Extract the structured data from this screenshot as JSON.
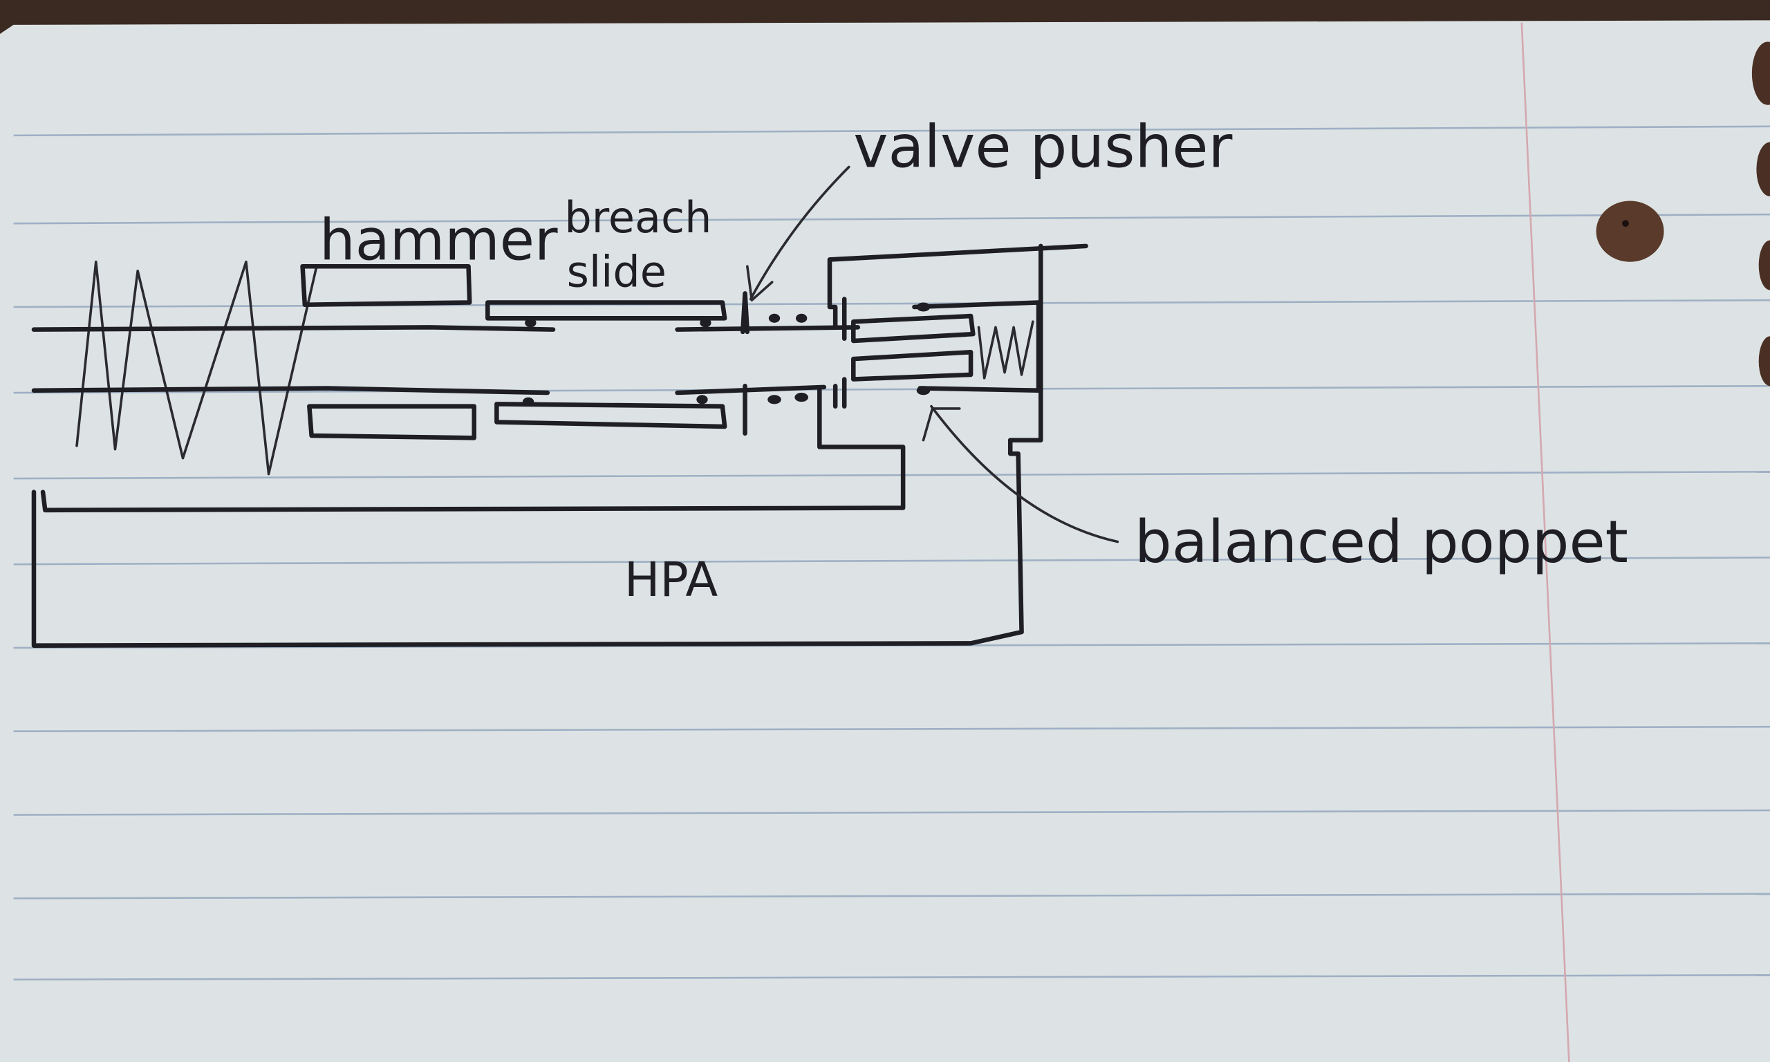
{
  "diagram": {
    "title": "Hand-drawn airsoft/pneumatic mechanism sketch",
    "medium": "lined notebook paper",
    "colors": {
      "paper": "#dde3e4",
      "ink": "#1e1e24",
      "rule_line": "#9fb0c4",
      "margin_line": "#d4a8b0",
      "background": "#3a2a22",
      "punch_hole": "#5a3a2a"
    },
    "labels": {
      "hammer": "hammer",
      "breach_slide_line1": "breach",
      "breach_slide_line2": "slide",
      "valve_pusher": "valve pusher",
      "balanced_poppet": "balanced poppet",
      "hpa": "HPA"
    },
    "components": [
      {
        "id": "spring",
        "name": "main spring"
      },
      {
        "id": "hammer",
        "name": "hammer"
      },
      {
        "id": "breach-slide",
        "name": "breach slide"
      },
      {
        "id": "valve-pusher",
        "name": "valve pusher"
      },
      {
        "id": "balanced-poppet",
        "name": "balanced poppet"
      },
      {
        "id": "poppet-spring",
        "name": "poppet spring"
      },
      {
        "id": "hpa-tank",
        "name": "HPA reservoir"
      }
    ]
  }
}
